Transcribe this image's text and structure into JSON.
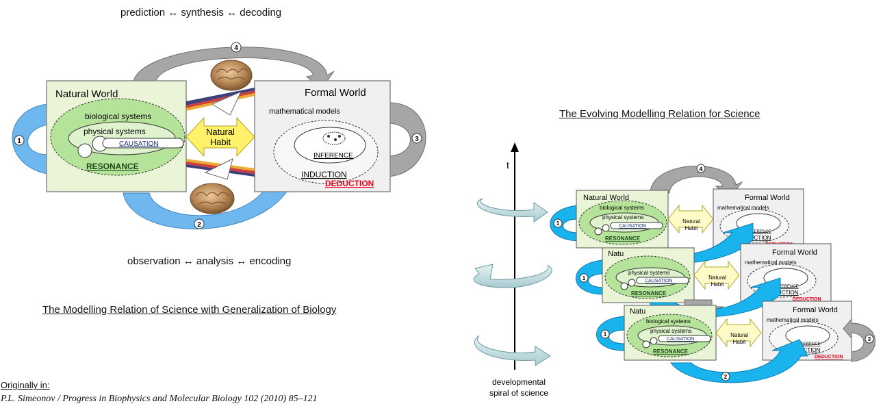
{
  "left": {
    "top_label": "prediction ↔ synthesis ↔ decoding",
    "bottom_label": "observation ↔ analysis ↔ encoding",
    "caption": "The Modelling Relation of Science with Generalization of Biology",
    "natural_world": "Natural World",
    "formal_world": "Formal World",
    "biological_systems": "biological systems",
    "physical_systems": "physical systems",
    "causation": "CAUSATION",
    "resonance": "RESONANCE",
    "natural_habit_1": "Natural",
    "natural_habit_2": "Habit",
    "mathematical_models": "mathematical models",
    "inference": "INFERENCE",
    "induction": "INDUCTION",
    "deduction": "DEDUCTION",
    "arrow_numbers": [
      "1",
      "2",
      "3",
      "4"
    ]
  },
  "citation": {
    "label": "Originally in:",
    "text": "P.L. Simeonov / Progress in Biophysics and Molecular Biology 102 (2010) 85–121"
  },
  "right": {
    "caption": "The Evolving Modelling Relation for Science",
    "axis_label": "t",
    "spiral_label_1": "developmental",
    "spiral_label_2": "spiral of science",
    "natural_world": "Natural World",
    "natural_world_short": "Natu",
    "formal_world": "Formal World",
    "biological_systems": "biological systems",
    "physical_systems": "physical systems",
    "causation": "CAUSATION",
    "resonance": "RESONANCE",
    "natural_habit_1": "Natural",
    "natural_habit_2": "Habit",
    "mathematical_models": "mathematical models",
    "inference": "INFERENCE",
    "induction": "INDUCTION",
    "deduction": "DEDUCTION"
  },
  "colors": {
    "natural_box": "#eaf5d8",
    "formal_box": "#f0f0f0",
    "green_ellipse": "#b6e39a",
    "blue_arrow": "#6fb8ef",
    "cyan_arrow": "#19b4ee",
    "grey_arrow": "#a6a6a6",
    "habit_arrow": "#fff26a",
    "deduction_red": "#e8001c"
  }
}
